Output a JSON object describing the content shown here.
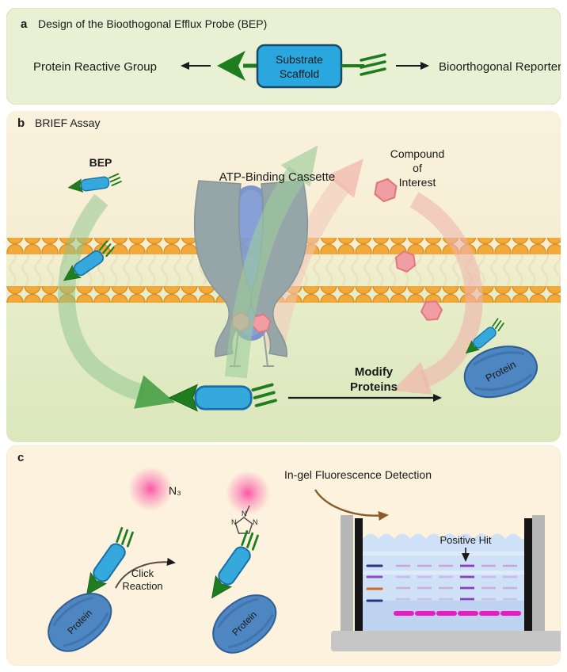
{
  "colors": {
    "probe_blue": "#35a8dc",
    "reactive_green": "#1e7d1e",
    "membrane_orange": "#f2a93b",
    "compound_pink": "#f09da3",
    "magenta_band": "#ea1bc0",
    "panel_a_bg": "#eaf0d4",
    "panel_b_top": "#f9f1dd",
    "panel_b_bottom": "#dbe7bc",
    "panel_c_bg": "#fcf2dd",
    "transporter_gray": "#96a5a8",
    "channel_blue": "#5d7ec8"
  },
  "panel_a": {
    "label": "a",
    "title": "Design of the Bioothogonal Efflux Probe (BEP)",
    "left_label": "Protein Reactive Group",
    "box_line1": "Substrate",
    "box_line2": "Scaffold",
    "right_label": "Bioorthogonal Reporter"
  },
  "panel_b": {
    "label": "b",
    "title": "BRIEF Assay",
    "bep_label": "BEP",
    "transporter_label": "ATP-Binding Cassette",
    "compound_line1": "Compound",
    "compound_line2": "of",
    "compound_line3": "Interest",
    "modify_line1": "Modify",
    "modify_line2": "Proteins",
    "protein_label": "Protein"
  },
  "panel_c": {
    "label": "c",
    "azide_label": "N₃",
    "nitrogen_label": "N",
    "click_line1": "Click",
    "click_line2": "Reaction",
    "ingel_label": "In-gel Fluorescence Detection",
    "positive_hit_label": "Positive Hit",
    "protein_label": "Protein"
  }
}
